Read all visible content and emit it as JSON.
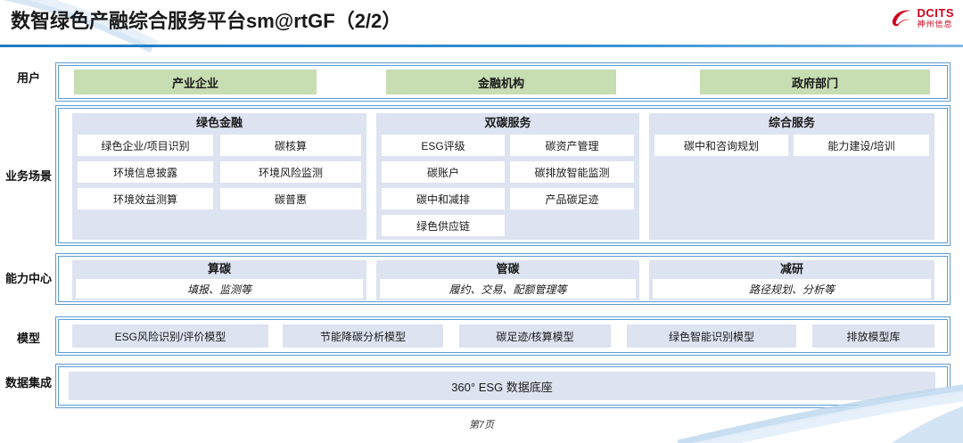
{
  "header": {
    "title": "数智绿色产融综合服务平台sm@rtGF（2/2）",
    "logo_en": "DCITS",
    "logo_cn": "神州信息"
  },
  "colors": {
    "accent_blue": "#5b9bd5",
    "rule_blue": "#1e7bc4",
    "user_green": "#c7ddb2",
    "panel_fill": "#dde3f1",
    "brand_red": "#d0021b"
  },
  "rows": {
    "user": {
      "label": "用户",
      "items": [
        {
          "text": "产业企业"
        },
        {
          "text": "金融机构"
        },
        {
          "text": "政府部门"
        }
      ]
    },
    "scenario": {
      "label": "业务场景",
      "panels": [
        {
          "title": "绿色金融",
          "cells": [
            "绿色企业/项目识别",
            "碳核算",
            "环境信息披露",
            "环境风险监测",
            "环境效益测算",
            "碳普惠"
          ]
        },
        {
          "title": "双碳服务",
          "cells": [
            "ESG评级",
            "碳资产管理",
            "碳账户",
            "碳排放智能监测",
            "碳中和减排",
            "产品碳足迹",
            "绿色供应链"
          ]
        },
        {
          "title": "综合服务",
          "cells": [
            "碳中和咨询规划",
            "能力建设/培训"
          ]
        }
      ]
    },
    "capability": {
      "label": "能力中心",
      "items": [
        {
          "title": "算碳",
          "sub": "填报、监测等"
        },
        {
          "title": "管碳",
          "sub": "履约、交易、配额管理等"
        },
        {
          "title": "减研",
          "sub": "路径规划、分析等"
        }
      ]
    },
    "model": {
      "label": "模型",
      "items": [
        {
          "text": "ESG风险识别/评价模型"
        },
        {
          "text": "节能降碳分析模型"
        },
        {
          "text": "碳足迹/核算模型"
        },
        {
          "text": "绿色智能识别模型"
        },
        {
          "text": "排放模型库"
        }
      ]
    },
    "data": {
      "label": "数据集成",
      "items": [
        {
          "text": "360° ESG 数据底座"
        }
      ]
    }
  },
  "footer": {
    "page": "第7页"
  }
}
